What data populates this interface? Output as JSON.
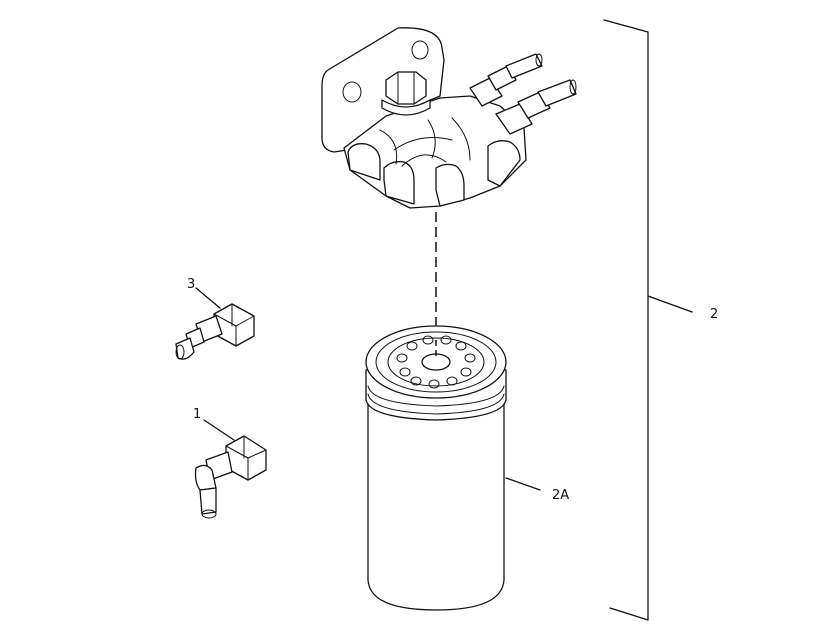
{
  "callouts": {
    "item_1": "1",
    "item_2": "2",
    "item_2a": "2A",
    "item_3": "3"
  }
}
